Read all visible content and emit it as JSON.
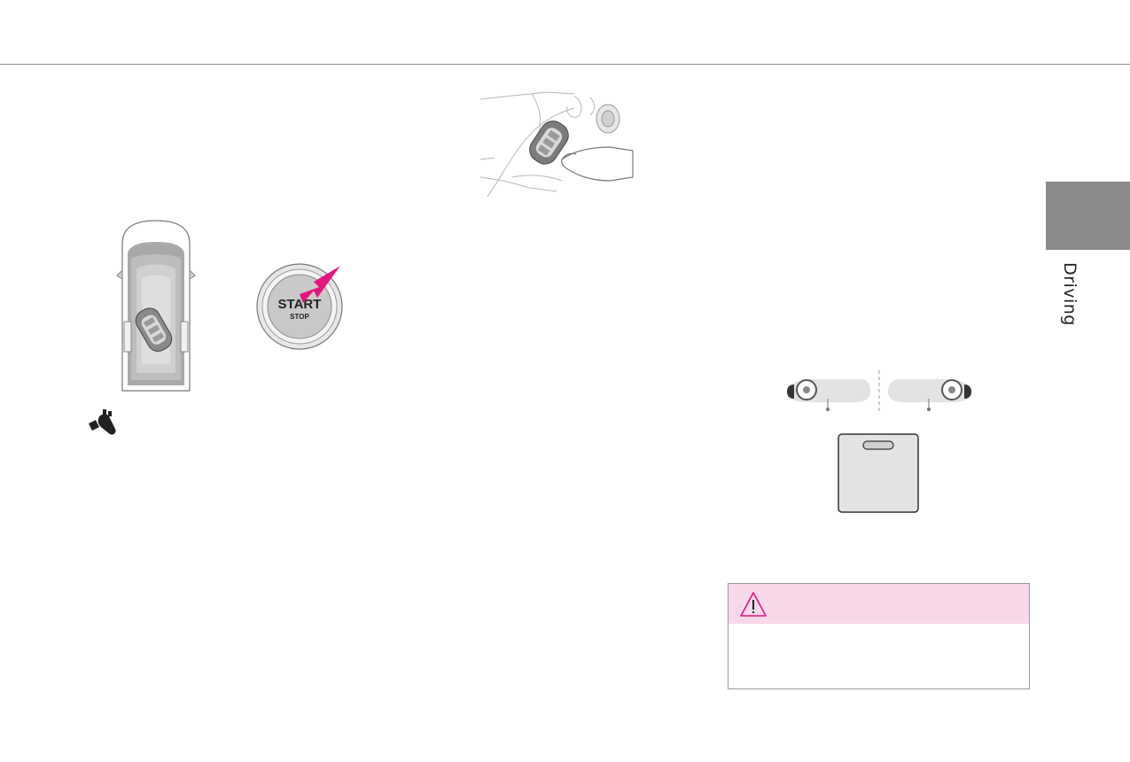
{
  "section_tab": {
    "label": "Driving"
  },
  "start_button": {
    "start_label": "START",
    "stop_label": "STOP"
  },
  "colors": {
    "accent_magenta": "#e5157f",
    "warning_header": "#f8d9ea",
    "tab_gray": "#8c8c8c",
    "rule_gray": "#8a8a8a"
  },
  "icons": {
    "warning": "warning-triangle-icon",
    "symbol": "smart-key-symbol-icon"
  }
}
